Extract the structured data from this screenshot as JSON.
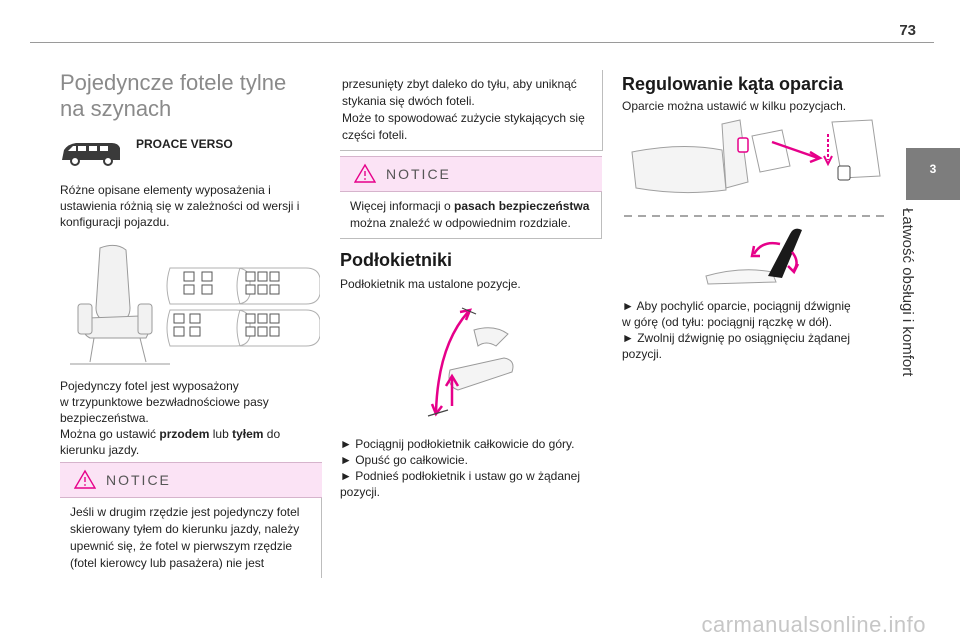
{
  "page": {
    "number": "73"
  },
  "side": {
    "chapter": "3",
    "title": "Łatwość obsługi i komfort"
  },
  "col1": {
    "title_line1": "Pojedyncze fotele tylne",
    "title_line2": "na szynach",
    "vehicle_label": "PROACE VERSO",
    "intro_line1": "Różne opisane elementy wyposażenia i",
    "intro_line2": "ustawienia różnią się w zależności od wersji i",
    "intro_line3": "konfiguracji pojazdu.",
    "para_line1": "Pojedynczy fotel jest wyposażony",
    "para_line2": "w trzypunktowe bezwładnościowe pasy",
    "para_line3": "bezpieczeństwa.",
    "para_line4_a": "Można go ustawić ",
    "para_line4_b": "przodem",
    "para_line4_c": " lub ",
    "para_line4_d": "tyłem",
    "para_line4_e": " do",
    "para_line5": "kierunku jazdy.",
    "notice": {
      "label": "NOTICE",
      "line1": "Jeśli w drugim rzędzie jest pojedynczy fotel",
      "line2": "skierowany tyłem do kierunku jazdy, należy",
      "line3": "upewnić się, że fotel w pierwszym rzędzie",
      "line4": "(fotel kierowcy lub pasażera) nie jest"
    }
  },
  "col2": {
    "cont_line1": "przesunięty zbyt daleko do tyłu, aby uniknąć",
    "cont_line2": "stykania się dwóch foteli.",
    "cont_line3": "Może to spowodować zużycie stykających się",
    "cont_line4": "części foteli.",
    "notice": {
      "label": "NOTICE",
      "line1_a": "Więcej informacji o ",
      "line1_b": "pasach bezpieczeństwa",
      "line2": "można znaleźć w odpowiednim rozdziale."
    },
    "armrest_title": "Podłokietniki",
    "armrest_intro": "Podłokietnik ma ustalone pozycje.",
    "step1": "► Pociągnij podłokietnik całkowicie do góry.",
    "step2": "► Opuść go całkowicie.",
    "step3_line1": "► Podnieś podłokietnik i ustaw go w żądanej",
    "step3_line2": "pozycji."
  },
  "col3": {
    "title": "Regulowanie kąta oparcia",
    "intro": "Oparcie można ustawić w kilku pozycjach.",
    "step1_line1": "► Aby pochylić oparcie, pociągnij dźwignię",
    "step1_line2": "w górę (od tyłu: pociągnij rączkę w dół).",
    "step2_line1": "► Zwolnij dźwignię po osiągnięciu żądanej",
    "step2_line2": "pozycji."
  },
  "watermark": "carmanualsonline.info",
  "colors": {
    "accent_pink": "#e6008a",
    "notice_bg": "#fbe3f5",
    "tab_gray": "#7d7d7d"
  }
}
